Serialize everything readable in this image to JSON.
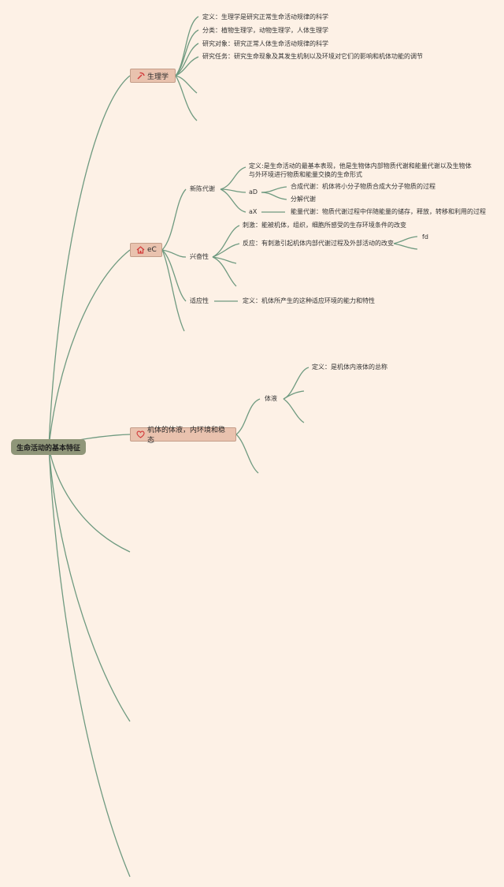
{
  "root": {
    "label": "生命活动的基本特征"
  },
  "branches": {
    "physiology": {
      "label": "生理学",
      "icon": "pickaxe-icon",
      "items": [
        "定义：生理学是研究正常生命活动规律的科学",
        "分类：植物生理学，动物生理学，人体生理学",
        "研究对象：研究正常人体生命活动规律的科学",
        "研究任务：研究生命现象及其发生机制以及环境对它们的影响和机体功能的调节"
      ]
    },
    "life_activity": {
      "label": "eC",
      "icon": "home-icon",
      "metabolism": {
        "label": "新陈代谢",
        "definition": "定义:是生命活动的最基本表现，他是生物体内部物质代谢和能量代谢以及生物体与外环境进行物质和能量交换的生命形式",
        "aD": {
          "label": "aD",
          "items": [
            "合成代谢：机体将小分子物质合成大分子物质的过程",
            "分解代谢"
          ]
        },
        "aX": {
          "label": "aX",
          "item": "能量代谢：物质代谢过程中伴随能量的储存，释放，转移和利用的过程"
        }
      },
      "excitability": {
        "label": "兴奋性",
        "items": [
          "刺激：能被机体，组织，细胞所感受的生存环境条件的改变",
          "反应：有刺激引起机体内部代谢过程及外部活动的改变"
        ],
        "reaction_child": "fd"
      },
      "adaptability": {
        "label": "适应性",
        "definition": "定义：机体所产生的这种适应环境的能力和特性"
      }
    },
    "body_fluid": {
      "label": "机体的体液，内环境和稳态",
      "icon": "heart-icon",
      "fluid": {
        "label": "体液",
        "definition": "定义：是机体内液体的总称"
      }
    }
  },
  "colors": {
    "background": "#fdf1e6",
    "connector": "#6f9a80",
    "root_fill": "#8f9679",
    "branch_fill": "#e9c2ae",
    "icon_red": "#d23a3a"
  }
}
